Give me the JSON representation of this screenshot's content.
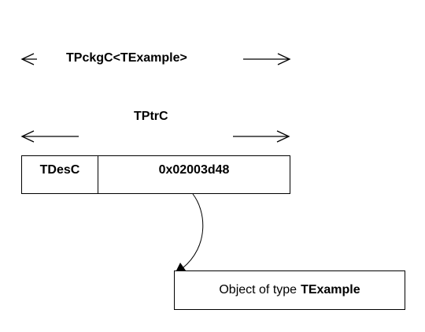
{
  "outer_label": "TPckgC<TExample>",
  "pointer_label": "TPtrC",
  "cells": {
    "descriptor": "TDesC",
    "address": "0x02003d48"
  },
  "object_box": {
    "prefix": "Object of type",
    "type_name": "TExample"
  }
}
